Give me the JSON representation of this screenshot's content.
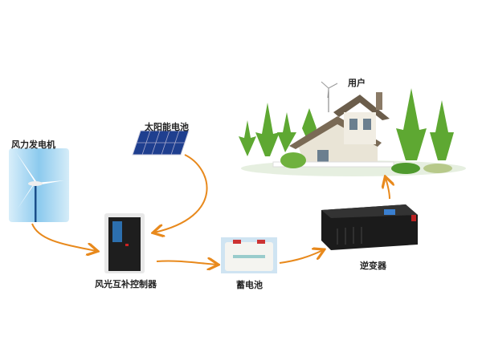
{
  "labels": {
    "wind": "风力发电机",
    "solar": "太阳能电池",
    "user": "用户",
    "controller": "风光互补控制器",
    "battery": "蓄电池",
    "inverter": "逆变器"
  },
  "colors": {
    "arrow": "#e8891c",
    "sky": "#4aa6dc",
    "panel": "#1f3f8f"
  }
}
